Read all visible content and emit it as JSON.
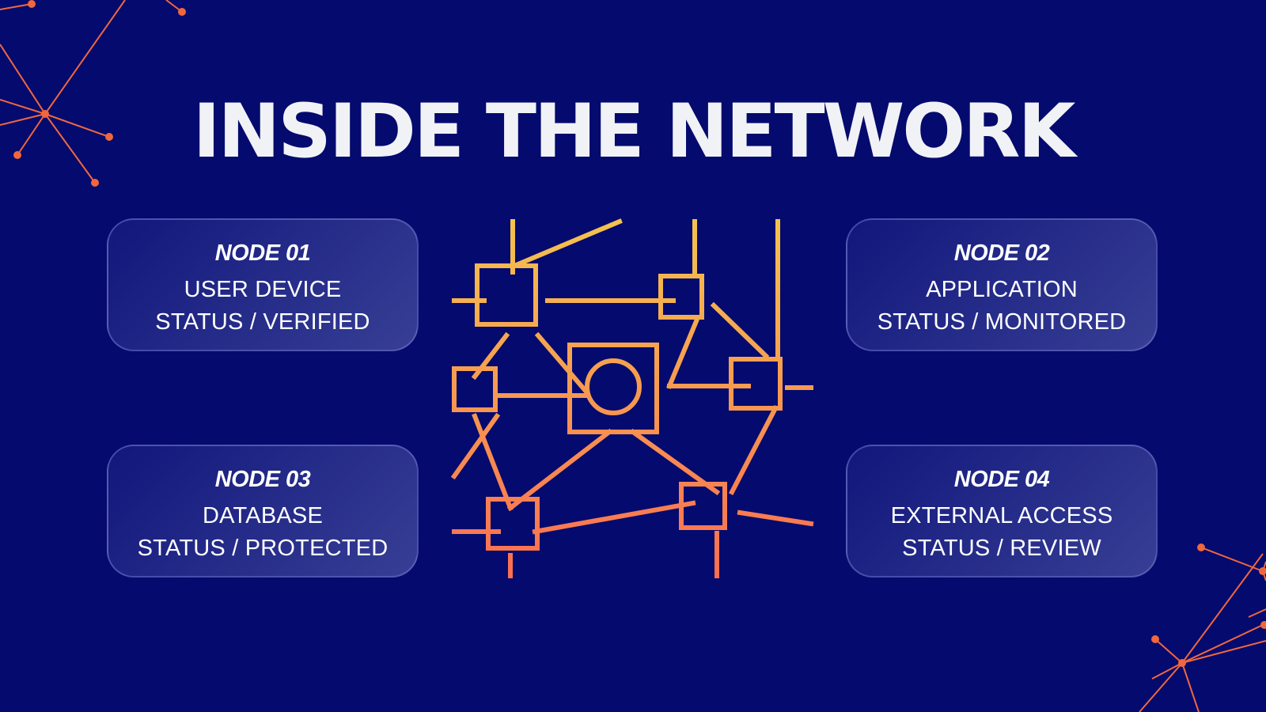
{
  "title": "INSIDE THE NETWORK",
  "colors": {
    "background": "#050a6e",
    "accent_top": "#f3c34f",
    "accent_bottom": "#fa6d52",
    "decoration": "#f0673e"
  },
  "nodes": [
    {
      "title": "NODE 01",
      "name": "USER DEVICE",
      "status": "STATUS / VERIFIED"
    },
    {
      "title": "NODE 02",
      "name": "APPLICATION",
      "status": "STATUS / MONITORED"
    },
    {
      "title": "NODE 03",
      "name": "DATABASE",
      "status": "STATUS / PROTECTED"
    },
    {
      "title": "NODE 04",
      "name": "EXTERNAL ACCESS",
      "status": "STATUS / REVIEW"
    }
  ],
  "icons": {
    "center": "network-diagram-icon",
    "decoration": "constellation-icon"
  }
}
